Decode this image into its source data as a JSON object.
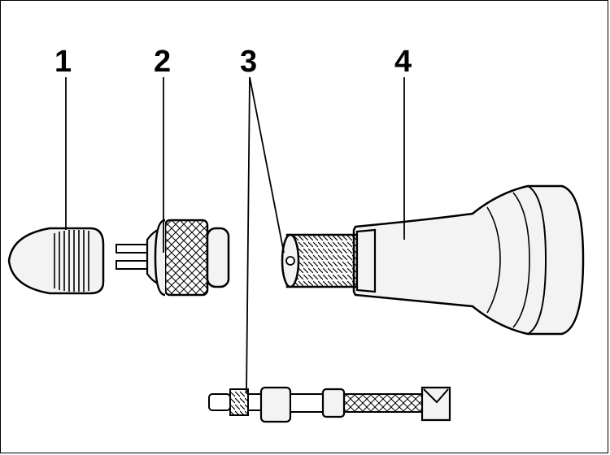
{
  "labels": {
    "part1": "1",
    "part2": "2",
    "part3": "3",
    "part4": "4"
  },
  "colors": {
    "ink": "#000000",
    "paper": "#ffffff",
    "body_fill": "#f3f3f3"
  }
}
